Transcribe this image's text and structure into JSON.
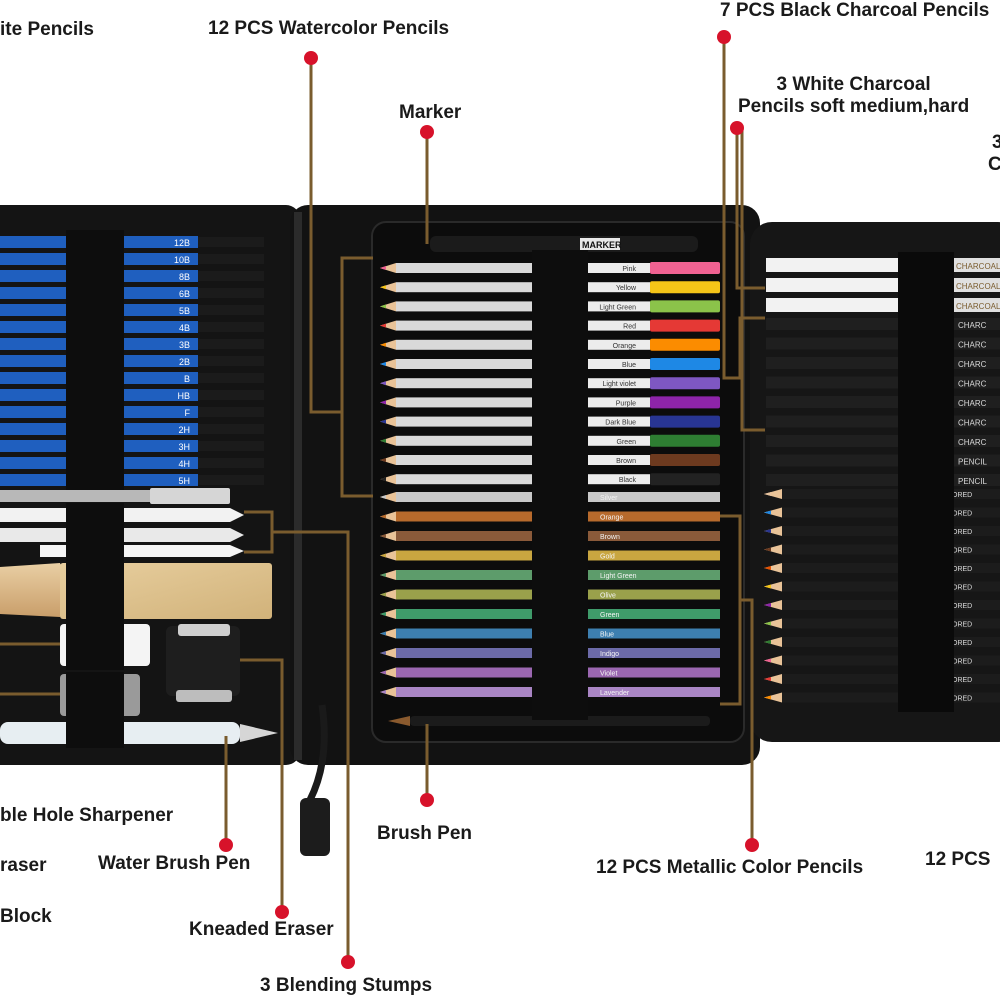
{
  "callouts": {
    "white_pencils": "ite Pencils",
    "watercolor_pencils": "12 PCS Watercolor Pencils",
    "black_charcoal": "7 PCS Black Charcoal Pencils",
    "marker": "Marker",
    "white_charcoal_line1": "3 White Charcoal",
    "white_charcoal_line2": "Pencils soft medium,hard",
    "edge_top_right_1": "3",
    "edge_top_right_2": "C",
    "double_hole_sharpener": "ble Hole Sharpener",
    "eraser": "raser",
    "water_brush_pen": "Water Brush Pen",
    "brush_pen": "Brush Pen",
    "metallic_pencils": "12 PCS Metallic Color Pencils",
    "colored_pencils": "12 PCS",
    "block": "Block",
    "kneaded_eraser": "Kneaded Eraser",
    "blending_stumps": "3 Blending Stumps"
  },
  "product_labels": {
    "sketch_grades": [
      "12B",
      "10B",
      "8B",
      "6B",
      "5B",
      "4B",
      "3B",
      "2B",
      "B",
      "HB",
      "F",
      "2H",
      "3H",
      "4H",
      "5H"
    ],
    "watercolor_names": [
      "Pink",
      "Yellow",
      "Light Green",
      "Red",
      "Orange",
      "Blue",
      "Light violet",
      "Purple",
      "Dark Blue",
      "Green",
      "Brown",
      "Black"
    ],
    "metallic_names": [
      "Silver",
      "Orange",
      "Brown",
      "Gold",
      "Light Green",
      "Olive",
      "Green",
      "Blue",
      "Indigo",
      "Violet",
      "Lavender"
    ],
    "charcoal_text": "CHARCOAL",
    "charcoal_brand": "CHARC",
    "color_text": "ORED",
    "marker_text": "MARKER",
    "pencil_text": "PENCIL"
  },
  "colors": {
    "leader_line": "#7a5c2e",
    "leader_dot": "#d7122a",
    "case": "#141414",
    "sketch_blue": "#1f5fbf",
    "watercolor_tips": [
      "#f06292",
      "#f5c518",
      "#8bc34a",
      "#e53935",
      "#fb8c00",
      "#1e88e5",
      "#7e57c2",
      "#8e24aa",
      "#283593",
      "#2e7d32",
      "#6d3a1f",
      "#222222"
    ],
    "metallic_bodies": [
      "#c8c8c8",
      "#b76a2c",
      "#8a5a3a",
      "#c9a640",
      "#5d9c6b",
      "#9aa14b",
      "#3f9b6a",
      "#3d7fb0",
      "#6c6aa8",
      "#9b67b1",
      "#a985c4"
    ],
    "color_tips": [
      "#e8c39e",
      "#1e88e5",
      "#283593",
      "#6d3a1f",
      "#e65100",
      "#f5c518",
      "#8e24aa",
      "#8bc34a",
      "#2e7d32",
      "#f06292",
      "#e53935",
      "#fb8c00"
    ]
  }
}
